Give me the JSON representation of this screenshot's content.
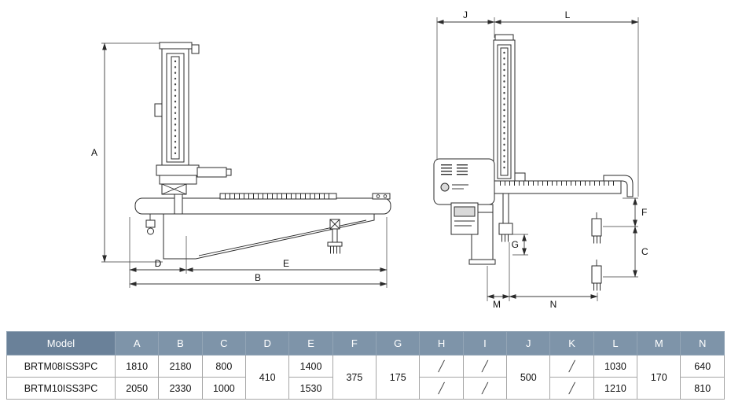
{
  "diagram": {
    "labels": {
      "A": "A",
      "B": "B",
      "C": "C",
      "D": "D",
      "E": "E",
      "F": "F",
      "G": "G",
      "J": "J",
      "L": "L",
      "M": "M",
      "N": "N"
    }
  },
  "table": {
    "na": "╱",
    "headers": [
      "Model",
      "A",
      "B",
      "C",
      "D",
      "E",
      "F",
      "G",
      "H",
      "I",
      "J",
      "K",
      "L",
      "M",
      "N"
    ],
    "merged": {
      "D": "410",
      "F": "375",
      "G": "175",
      "J": "500",
      "M": "170"
    },
    "rows": [
      {
        "model": "BRTM08ISS3PC",
        "A": "1810",
        "B": "2180",
        "C": "800",
        "E": "1400",
        "L": "1030",
        "N": "640"
      },
      {
        "model": "BRTM10ISS3PC",
        "A": "2050",
        "B": "2330",
        "C": "1000",
        "E": "1530",
        "L": "1210",
        "N": "810"
      }
    ]
  },
  "colors": {
    "header_bg": "#7e94a9",
    "model_header_bg": "#6a8199",
    "grid_border": "#a6a6a6",
    "line": "#2b2b2b"
  }
}
